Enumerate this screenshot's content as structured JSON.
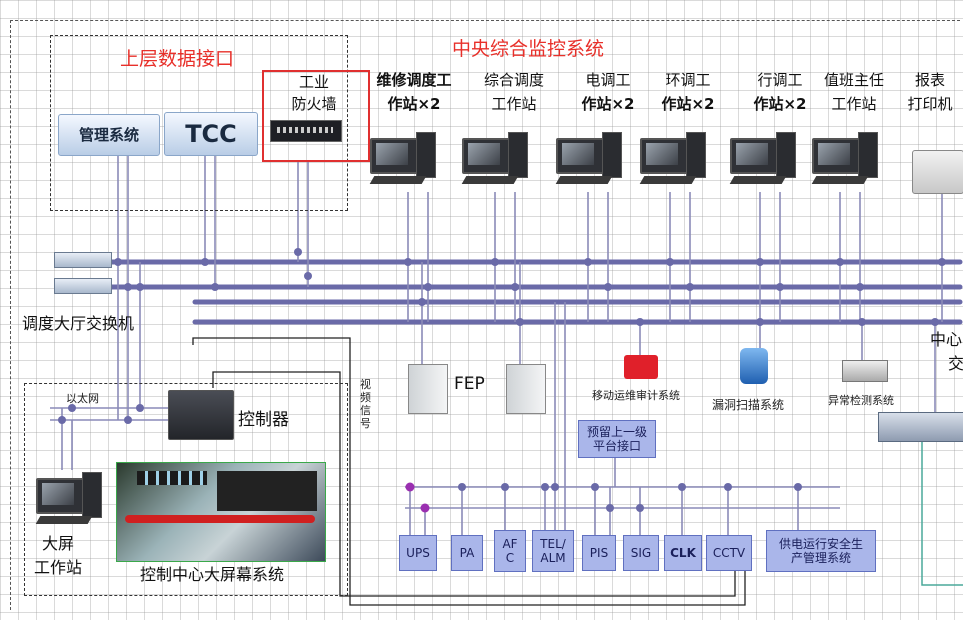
{
  "title": "中央综合监控系统",
  "upper_interface": {
    "title": "上层数据接口",
    "mgmt": "管理系统",
    "tcc": "TCC",
    "firewall": [
      "工业",
      "防火墙"
    ]
  },
  "workstations": [
    {
      "l1": "维修调度工",
      "l2": "作站×2"
    },
    {
      "l1": "综合调度",
      "l2": "工作站"
    },
    {
      "l1": "电调工",
      "l2": "作站×2"
    },
    {
      "l1": "环调工",
      "l2": "作站×2"
    },
    {
      "l1": "行调工",
      "l2": "作站×2"
    },
    {
      "l1": "值班主任",
      "l2": "工作站"
    },
    {
      "l1": "报表",
      "l2": "打印机"
    }
  ],
  "hall_switch": "调度大厅交换机",
  "center_cut": [
    "中心",
    "交"
  ],
  "fep": "FEP",
  "peripherals": {
    "mobile_audit": "移动运维审计系统",
    "vuln_scan": "漏洞扫描系统",
    "anomaly": "异常检测系统"
  },
  "reserved": [
    "预留上一级",
    "平台接口"
  ],
  "video_signal": [
    "视",
    "频",
    "信",
    "号"
  ],
  "big_screen": {
    "ethernet": "以太网",
    "controller": "控制器",
    "workstation": [
      "大屏",
      "工作站"
    ],
    "system": "控制中心大屏幕系统"
  },
  "subsystems": [
    "UPS",
    "PA",
    "AF\nC",
    "TEL/\nALM",
    "PIS",
    "SIG",
    "CLK",
    "CCTV",
    "供电运行安全生\n产管理系统"
  ],
  "colors": {
    "bus": "#6a6aa8",
    "title_red": "#e8302a",
    "subsystem_fill": "#aab6ea",
    "highlight_box": "#e03030"
  }
}
